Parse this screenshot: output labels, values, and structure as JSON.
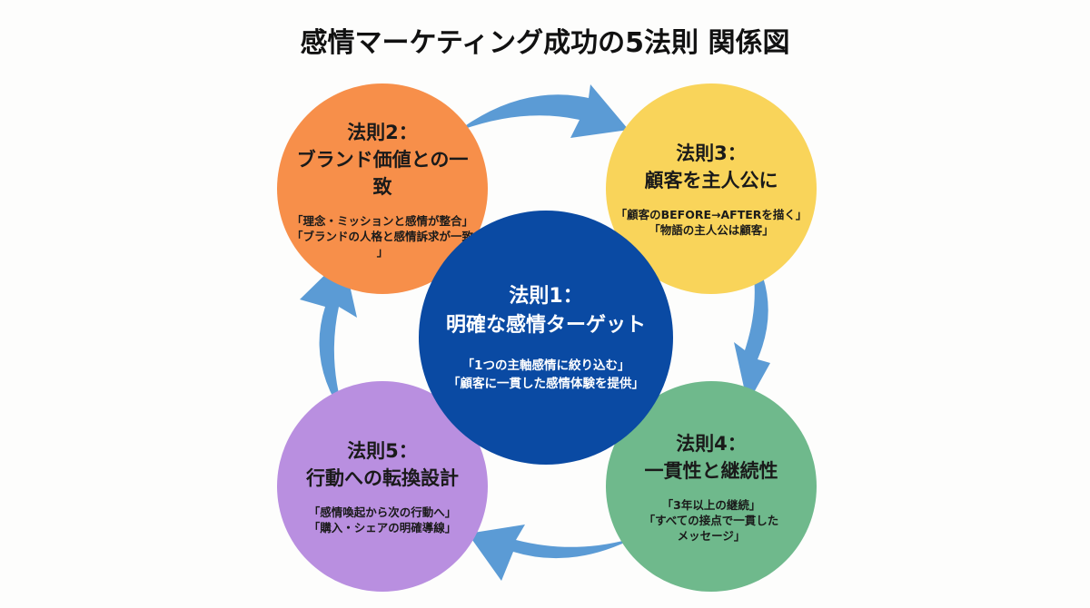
{
  "title": "感情マーケティング成功の5法則 関係図",
  "colors": {
    "law1": "#0a4aa3",
    "law2": "#f78f4a",
    "law3": "#f9d45a",
    "law4": "#6fb98c",
    "law5": "#b98fe0",
    "arrow": "#5b9bd5"
  },
  "laws": {
    "law1": {
      "label": "法則1：",
      "name": "明確な感情ターゲット",
      "points": [
        "「1つの主軸感情に絞り込む」",
        "「顧客に一貫した感情体験を提供」"
      ]
    },
    "law2": {
      "label": "法則2：",
      "name": "ブランド価値との一致",
      "points": [
        "「理念・ミッションと感情が整合」",
        "「ブランドの人格と感情訴求が一致\n」"
      ]
    },
    "law3": {
      "label": "法則3：",
      "name": "顧客を主人公に",
      "points": [
        "「顧客のBEFORE→AFTERを描く」",
        "「物語の主人公は顧客」"
      ]
    },
    "law4": {
      "label": "法則4：",
      "name": "一貫性と継続性",
      "points": [
        "「3年以上の継続」",
        "「すべての接点で一貫した\nメッセージ」"
      ]
    },
    "law5": {
      "label": "法則5：",
      "name": "行動への転換設計",
      "points": [
        "「感情喚起から次の行動へ」",
        "「購入・シェアの明確導線」"
      ]
    }
  },
  "cycle": [
    "law2",
    "law3",
    "law4",
    "law5"
  ]
}
